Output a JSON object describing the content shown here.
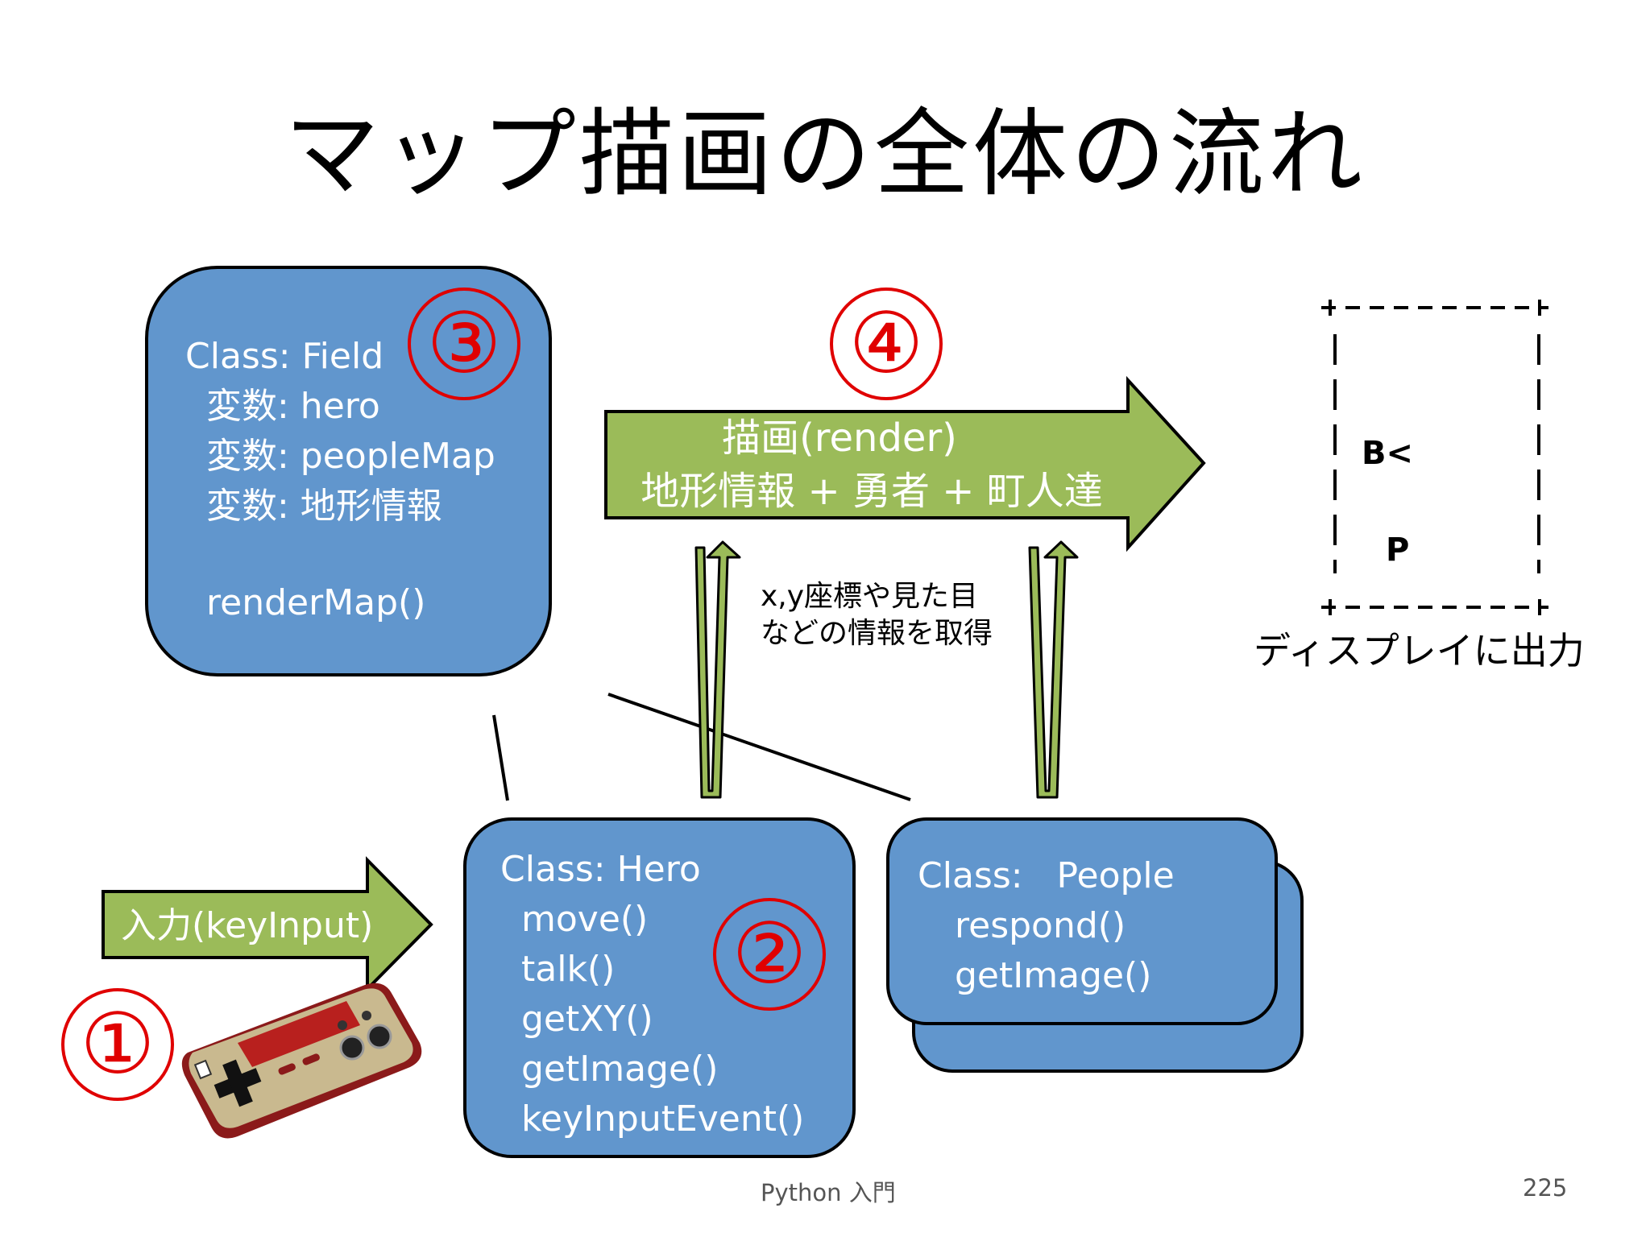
{
  "title": "マップ描画の全体の流れ",
  "field_box": {
    "lines": [
      "Class: Field",
      "変数: hero",
      "変数: peopleMap",
      "変数: 地形情報",
      "renderMap()"
    ]
  },
  "hero_box": {
    "lines": [
      "Class: Hero",
      "move()",
      "talk()",
      "getXY()",
      "getImage()",
      "keyInputEvent()"
    ]
  },
  "people_box": {
    "lines": [
      "Class:   People",
      "respond()",
      "getImage()"
    ]
  },
  "steps": [
    "①",
    "②",
    "③",
    "④"
  ],
  "render_arrow": {
    "line1": "描画(render)",
    "line2": "地形情報 + 勇者 + 町人達"
  },
  "input_arrow": {
    "label": "入力(keyInput)"
  },
  "coord_note": {
    "line1": "x,y座標や見た目",
    "line2": "などの情報を取得"
  },
  "display": {
    "top_border": "+---------+",
    "bottom_border": "+---------+",
    "hero_symbol": "B<",
    "person_symbol": "P",
    "caption": "ディスプレイに出力"
  },
  "footer": {
    "center": "Python 入門",
    "page": "225"
  },
  "colors": {
    "class_box": "#6196cd",
    "arrow_green": "#9bbb59",
    "step_red": "#e00000"
  },
  "icons": [
    "game-controller-icon"
  ]
}
